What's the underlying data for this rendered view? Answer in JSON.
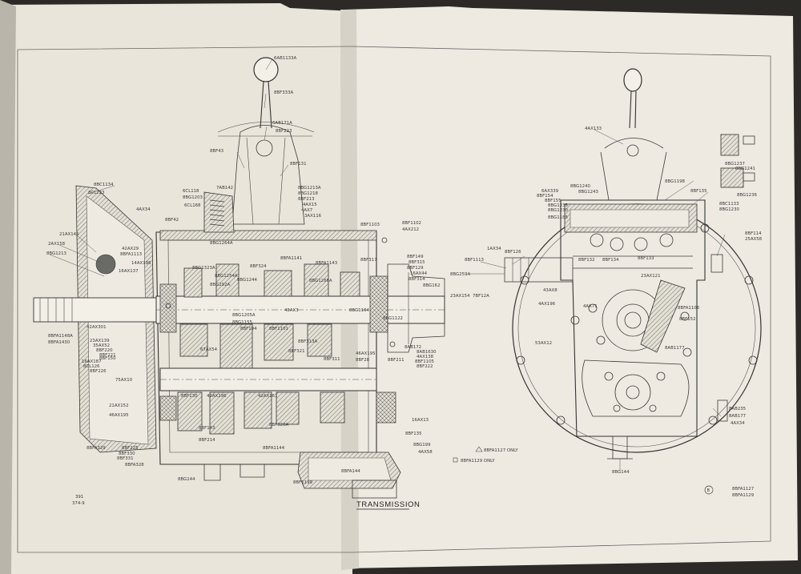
{
  "title": "TRANSMISSION",
  "page_ref": {
    "line1": "391",
    "line2": "374-9"
  },
  "notes": {
    "note_a": "8BFA1127 ONLY",
    "note_b": "8BFA1129 ONLY"
  },
  "circle_b_note": {
    "symbol": "B",
    "line1": "8BFA1127",
    "line2": "8BFA1129"
  },
  "left_view_labels": {
    "l1": "6AB1133A",
    "l2": "8BF333A",
    "l3": "6AB171A",
    "l4": "8BF223",
    "l5": "8BF43",
    "l6": "8BF131",
    "l7": "8BC1134",
    "l8": "8CL223",
    "l9": "6CL118",
    "l10": "8BG1203",
    "l11": "6CL168",
    "l12": "7AB142",
    "l13": "8BG1213A",
    "l14": "8BG1218",
    "l15": "8BF213",
    "l16": "4AX15",
    "l17": "4AX7",
    "l18": "3AX116",
    "l19": "4AX34",
    "l20": "8BF42",
    "l21": "21AX145",
    "l22": "2AX158",
    "l23": "8BG1213",
    "l24": "42AX29",
    "l25": "8BFA1113",
    "l26": "14AX196",
    "l27": "16AX137",
    "l28": "8BG1264A",
    "l29": "8BG1323A",
    "l30": "8BF324",
    "l31": "8BG1254A",
    "l32": "8BG1244",
    "l33": "8BG292A",
    "l34": "8BFA1141",
    "l35": "8BFA1143",
    "l36": "8BG1266A",
    "l37": "8BF1103",
    "l38": "8BF1102",
    "l39": "4AX212",
    "l40": "8BF317",
    "l41": "8BF149",
    "l42": "8BF315",
    "l43": "8BF129",
    "l44": "16AX44",
    "l45": "8BF314",
    "l46": "8BG162",
    "l47": "43AX3",
    "l48": "8BG1205A",
    "l49": "8BG1155",
    "l50": "8BG1164",
    "l51": "8BFA1148A",
    "l52": "8BFA1430",
    "l53": "42AX301",
    "l54": "8BF194",
    "l55": "8BF1101",
    "l56": "8BG1122",
    "l57": "23AX139",
    "l58": "8BF220",
    "l59": "35AX52",
    "l60": "8BF221",
    "l61": "16AX187",
    "l62": "8BF150",
    "l63": "8CL126",
    "l64": "8BF226",
    "l65": "67AX54",
    "l66": "8BF313A",
    "l67": "8BF321",
    "l68": "8BF311",
    "l69": "8AB172",
    "l70": "8AB1630",
    "l71": "4AX138",
    "l72": "8BF1105",
    "l73": "8BF222",
    "l74": "46AX195",
    "l75": "8BF28",
    "l76": "8BF211",
    "l77": "75AX10",
    "l78": "8BF130",
    "l79": "42AX296",
    "l80": "42AX161",
    "l81": "21AX152",
    "l82": "46AX195",
    "l83": "8BF143",
    "l84": "8BF320A",
    "l85": "16AX13",
    "l86": "8BF135",
    "l87": "8BF214",
    "l88": "8BFA1144",
    "l89": "8BFA329",
    "l90": "8BF225",
    "l91": "8BF330",
    "l92": "8BF331",
    "l93": "8BFA328",
    "l94": "8BG199",
    "l95": "4AX58",
    "l96": "8BG144",
    "l97": "8BFA144",
    "l98": "8BF1199"
  },
  "right_view_labels": {
    "r1": "4AX133",
    "r2": "8BG1240",
    "r3": "8BG1243",
    "r4": "6AX339",
    "r5": "8BF154",
    "r6": "8BF155",
    "r7": "8BG1235",
    "r8": "8BG1230",
    "r9": "8BG1185",
    "r10": "8BG1198",
    "r11": "8BF135",
    "r12": "8BG1237",
    "r13": "8BG1241",
    "r14": "8BG1236",
    "r15": "8BC1133",
    "r16": "8BG1230",
    "r17": "1AX34",
    "r18": "8BF1113",
    "r19": "8BF126",
    "r20": "8BF132",
    "r21": "8BF134",
    "r22": "8BF133",
    "r23": "8BF114",
    "r24": "25AX58",
    "r25": "8BG259A",
    "r26": "23AX154",
    "r27": "7BF12A",
    "r28": "23AX121",
    "r29": "43AX8",
    "r30": "4AX196",
    "r31": "4AX71",
    "r32": "8BFA1106",
    "r33": "8BF152",
    "r34": "53AX12",
    "r35": "8AB1177",
    "r36": "8AB235",
    "r37": "8AB177",
    "r38": "4AX34",
    "r39": "8BG144"
  }
}
